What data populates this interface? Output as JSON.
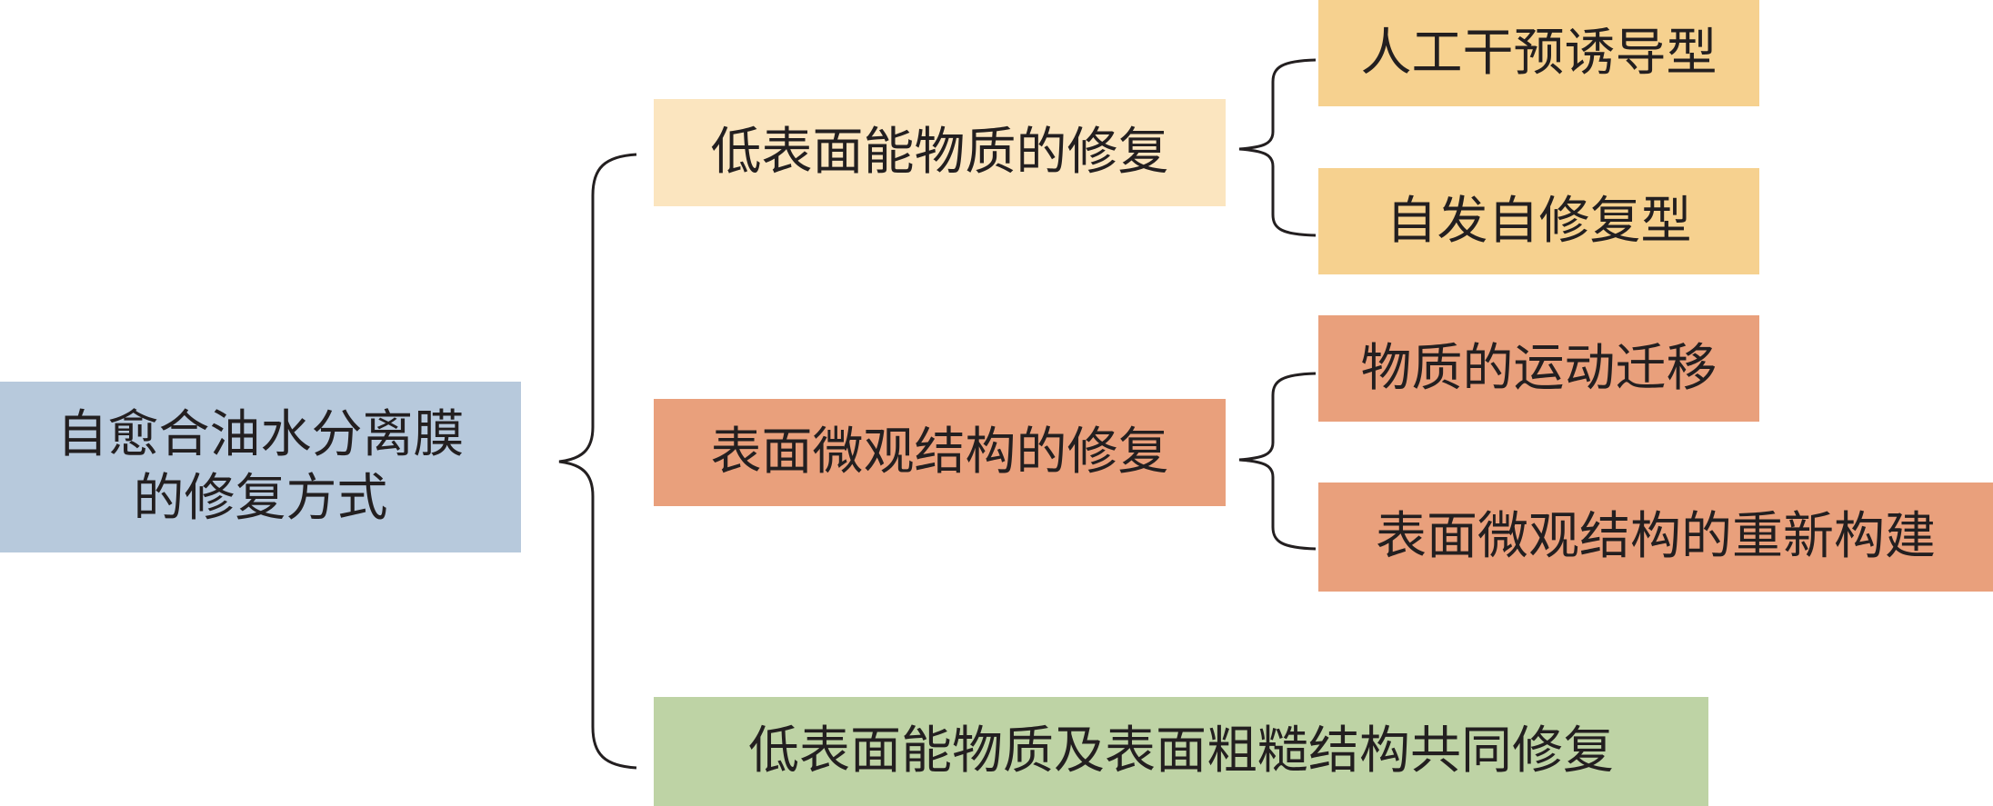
{
  "root": {
    "label_line1": "自愈合油水分离膜",
    "label_line2": "的修复方式",
    "color": "#b7c9dc"
  },
  "level1": [
    {
      "label": "低表面能物质的修复",
      "color": "#fbe5bf"
    },
    {
      "label": "表面微观结构的修复",
      "color": "#e9a07c"
    },
    {
      "label": "低表面能物质及表面粗糙结构共同修复",
      "color": "#bed3a5"
    }
  ],
  "level2": [
    {
      "label": "人工干预诱导型",
      "color": "#f6d18f"
    },
    {
      "label": "自发自修复型",
      "color": "#f6d18f"
    },
    {
      "label": "物质的运动迁移",
      "color": "#e9a07c"
    },
    {
      "label": "表面微观结构的重新构建",
      "color": "#e9a07c"
    }
  ]
}
